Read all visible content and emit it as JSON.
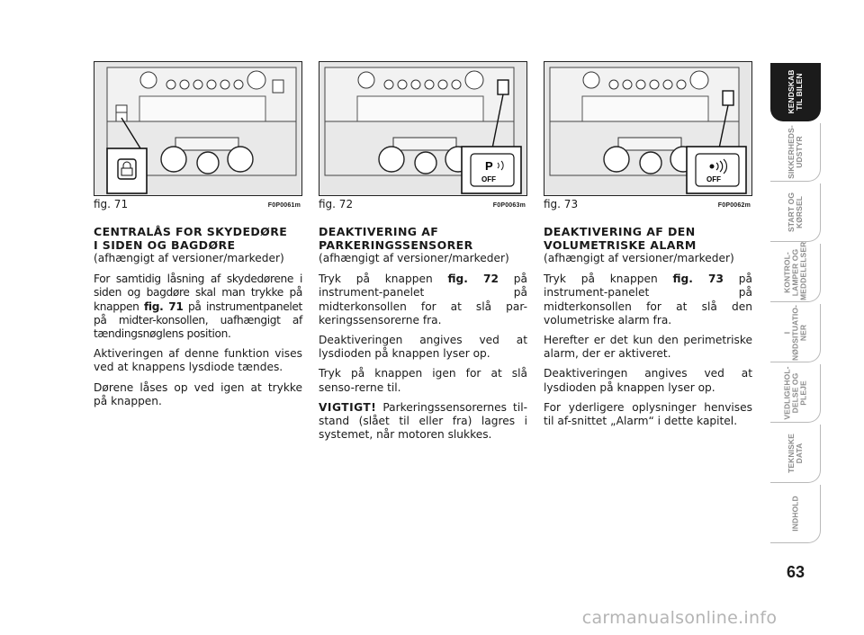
{
  "figures": [
    {
      "label": "fig. 71",
      "code": "F0P0061m",
      "callout": "lock"
    },
    {
      "label": "fig. 72",
      "code": "F0P0063m",
      "callout": "parking",
      "callout_text": "OFF",
      "callout_letter": "P"
    },
    {
      "label": "fig. 73",
      "code": "F0P0062m",
      "callout": "alarm",
      "callout_text": "OFF"
    }
  ],
  "sections": [
    {
      "title_line1": "CENTRALÅS FOR SKYDEDØRE",
      "title_line2": "I SIDEN OG BAGDØRE",
      "subtitle": "(afhængigt af versioner/markeder)",
      "p1_before": "For samtidig låsning af skydedørene i siden og bagdøre skal man trykke på knappen ",
      "p1_ref": "fig. 71",
      "p1_after": " på instrumentpanelet på midter-konsollen, uafhængigt af tændingsnøglens position.",
      "p2": "Aktiveringen af denne funktion vises ved at knappens lysdiode tændes.",
      "p3": "Dørene låses op ved igen at trykke på knappen."
    },
    {
      "title_line1": "DEAKTIVERING AF",
      "title_line2": "PARKERINGSSENSORER",
      "subtitle": "(afhængigt af versioner/markeder)",
      "p1_before": "Tryk på knappen ",
      "p1_ref": "fig. 72",
      "p1_after": " på instrument-panelet på midterkonsollen for at slå par-keringssensorerne fra.",
      "p2": "Deaktiveringen angives ved at lysdioden på knappen lyser op.",
      "p3": "Tryk på knappen igen for at slå senso-rerne til.",
      "note_label": "VIGTIGT!",
      "note_text": " Parkeringssensorernes til-stand (slået til eller fra) lagres i systemet, når motoren slukkes."
    },
    {
      "title_line1": "DEAKTIVERING AF DEN",
      "title_line2": "VOLUMETRISKE ALARM",
      "subtitle": "(afhængigt af versioner/markeder)",
      "p1_before": "Tryk på knappen ",
      "p1_ref": "fig. 73",
      "p1_after": " på instrument-panelet på midterkonsollen for at slå den volumetriske alarm fra.",
      "p2": "Herefter er det kun den perimetriske alarm, der er aktiveret.",
      "p3": "Deaktiveringen angives ved at lysdioden på knappen lyser op.",
      "p4": "For yderligere oplysninger henvises til af-snittet „Alarm“ i dette kapitel."
    }
  ],
  "tabs": [
    {
      "label": "KENDSKAB\nTIL BILEN",
      "active": true
    },
    {
      "label": "SIKKERHEDS-\nUDSTYR",
      "active": false
    },
    {
      "label": "START OG\nKØRSEL",
      "active": false
    },
    {
      "label": "KONTROL-\nLAMPER OG\nMEDDELELSER",
      "active": false
    },
    {
      "label": "I\nNØDSITUATIO-\nNER",
      "active": false
    },
    {
      "label": "VEDLIGEHOL-\nDELSE OG PLEJE",
      "active": false
    },
    {
      "label": "TEKNISKE\nDATA",
      "active": false
    },
    {
      "label": "INDHOLD",
      "active": false
    }
  ],
  "page_number": "63",
  "watermark": "carmanualsonline.info"
}
